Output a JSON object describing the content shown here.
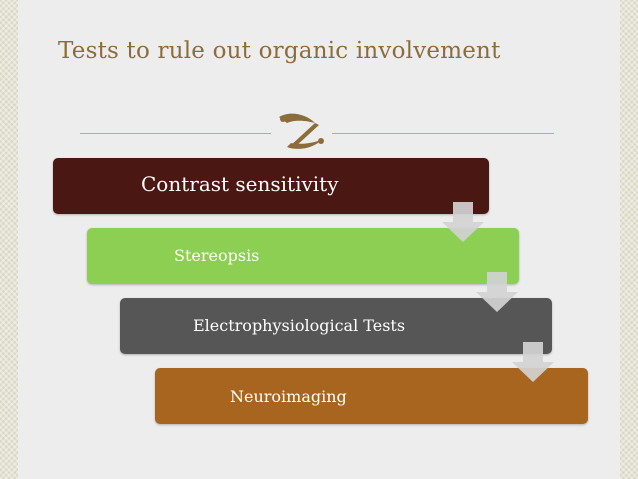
{
  "slide": {
    "title": "Tests to rule out organic involvement"
  },
  "icons": {
    "divider": "fleuron-icon",
    "step_arrow": "down-arrow-icon"
  },
  "steps": [
    {
      "label": "Contrast sensitivity",
      "color": "#4b1712",
      "text_color": "#ffffff"
    },
    {
      "label": "Stereopsis",
      "color": "#8dcf52",
      "text_color": "#ffffff"
    },
    {
      "label": "Electrophysiological Tests",
      "color": "#565656",
      "text_color": "#ffffff"
    },
    {
      "label": "Neuroimaging",
      "color": "#a8651f",
      "text_color": "#ffffff"
    }
  ],
  "colors": {
    "background": "#ededed",
    "title": "#8c6c3a",
    "divider": "#c8a878",
    "arrow_fill": "#d2d2d2"
  }
}
